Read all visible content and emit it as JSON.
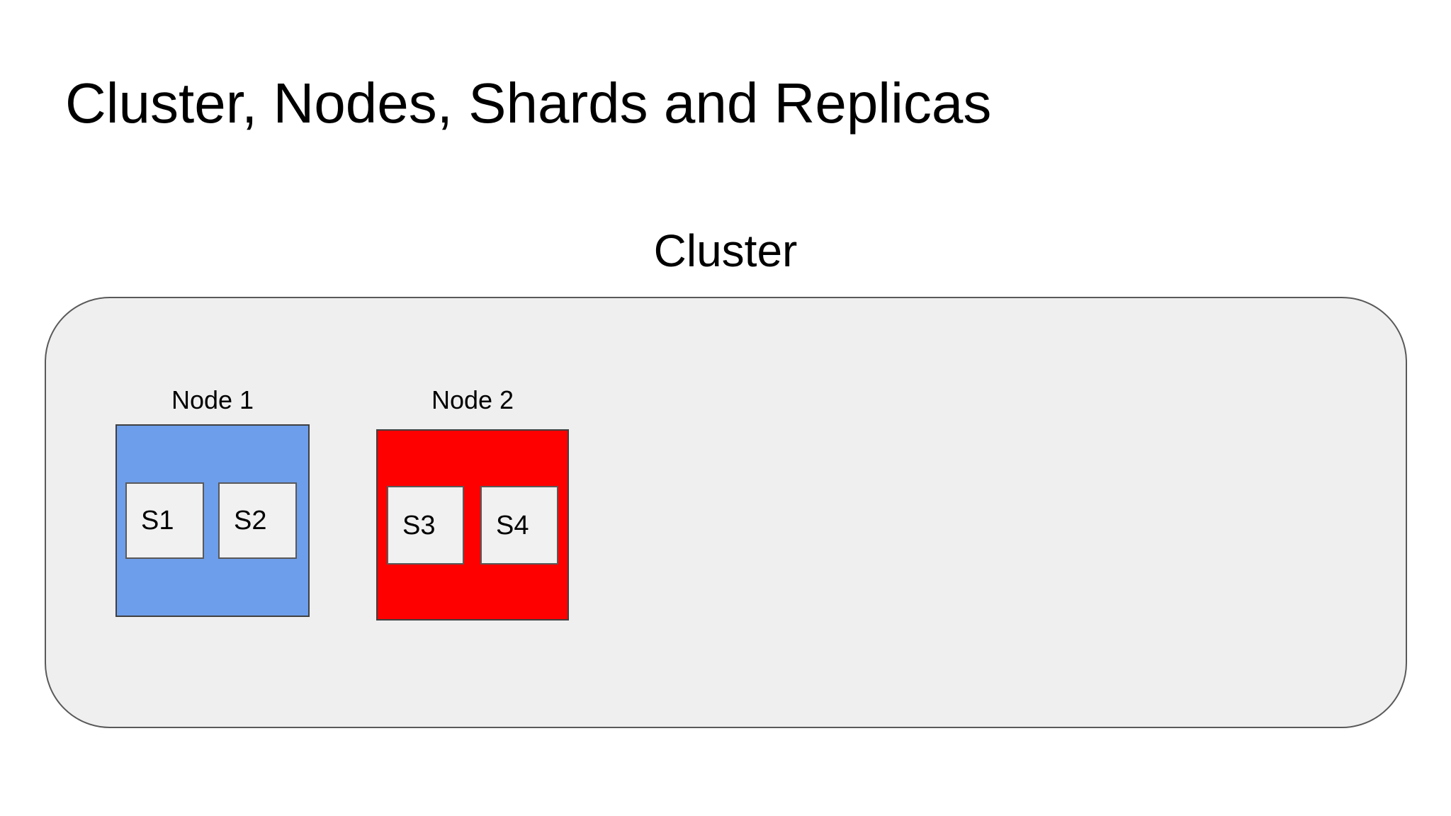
{
  "slide": {
    "title": "Cluster, Nodes, Shards and Replicas",
    "background": "#ffffff",
    "text_color": "#000000"
  },
  "cluster": {
    "label": "Cluster",
    "fill": "#efefef",
    "border_color": "#595959",
    "shard_fill": "#f1f1f1",
    "shard_border_color": "#595959",
    "nodes": [
      {
        "label": "Node 1",
        "fill": "#6d9eeb",
        "border_color": "#404040",
        "shards": [
          {
            "label": "S1"
          },
          {
            "label": "S2"
          }
        ]
      },
      {
        "label": "Node 2",
        "fill": "#ff0000",
        "border_color": "#404040",
        "shards": [
          {
            "label": "S3"
          },
          {
            "label": "S4"
          }
        ]
      }
    ]
  }
}
